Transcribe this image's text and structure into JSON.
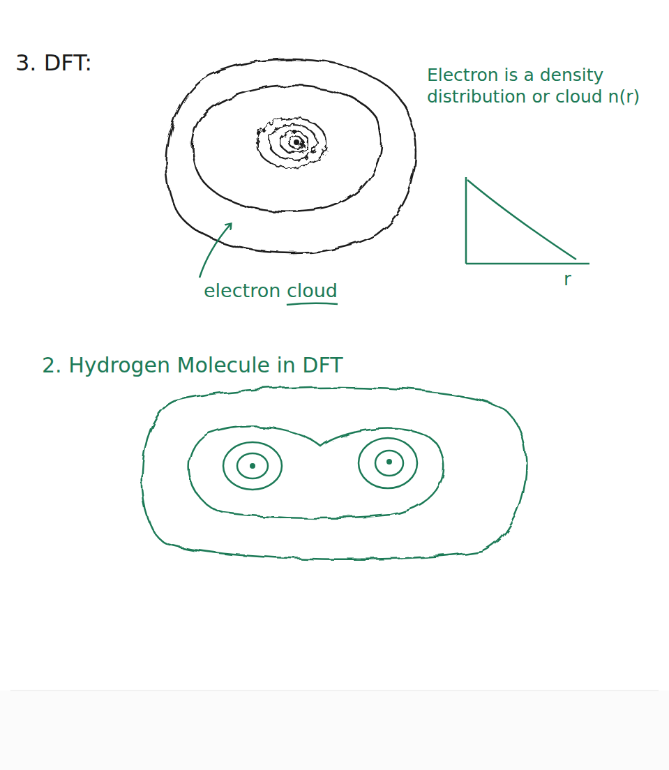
{
  "diagram": {
    "title": "3. DFT:",
    "labels": [
      "Electron is a density distribution or cloud n(r)",
      "r",
      "electron cloud",
      "2. Hydrogen Molecule in DFT"
    ]
  }
}
